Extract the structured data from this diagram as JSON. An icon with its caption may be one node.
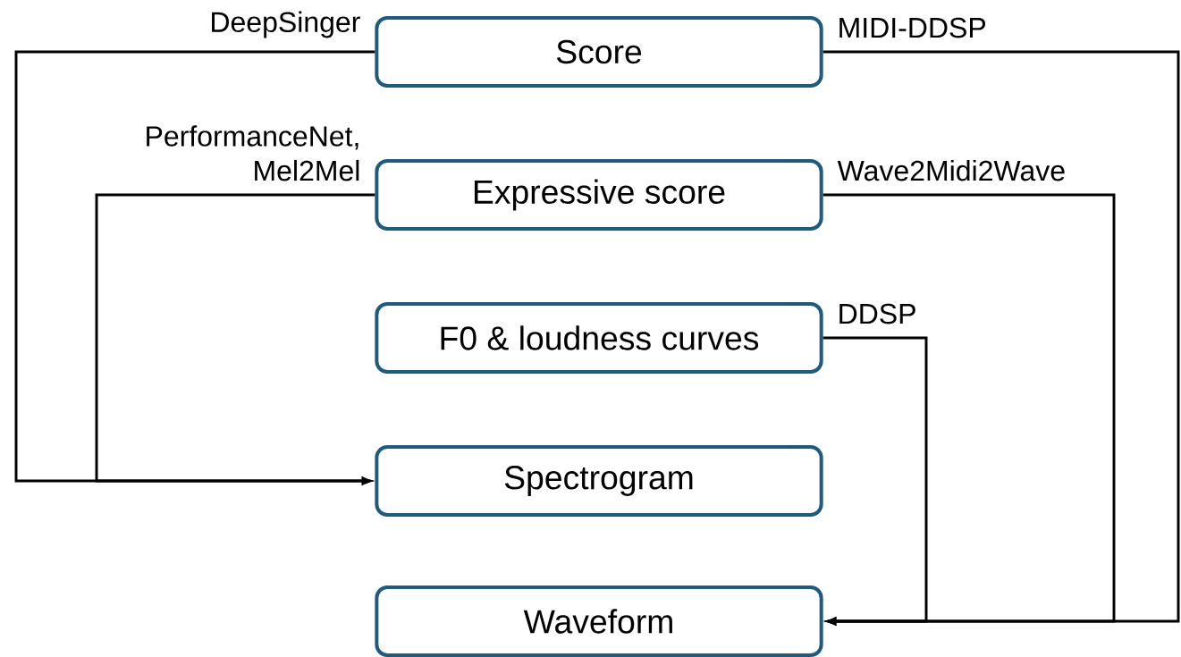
{
  "diagram": {
    "nodes": [
      {
        "text": [
          "Score"
        ]
      },
      {
        "text": [
          "Expressive score"
        ]
      },
      {
        "text": [
          "F0 & loudness curves"
        ]
      },
      {
        "text": [
          "Spectrogram"
        ]
      },
      {
        "text": [
          "Waveform"
        ]
      }
    ],
    "edges": [
      {
        "from": 0,
        "to": 3,
        "arrow": "to",
        "label": "DeepSinger"
      },
      {
        "from": 1,
        "to": 3,
        "arrow": "to",
        "label": "PerformanceNet, Mel2Mel"
      },
      {
        "from": 0,
        "to": 4,
        "arrow": "to",
        "label": "MIDI-DDSP"
      },
      {
        "from": 1,
        "to": 4,
        "arrow": "to",
        "label": "Wave2Midi2Wave"
      },
      {
        "from": 2,
        "to": 4,
        "arrow": "to",
        "label": "DDSP"
      }
    ]
  }
}
